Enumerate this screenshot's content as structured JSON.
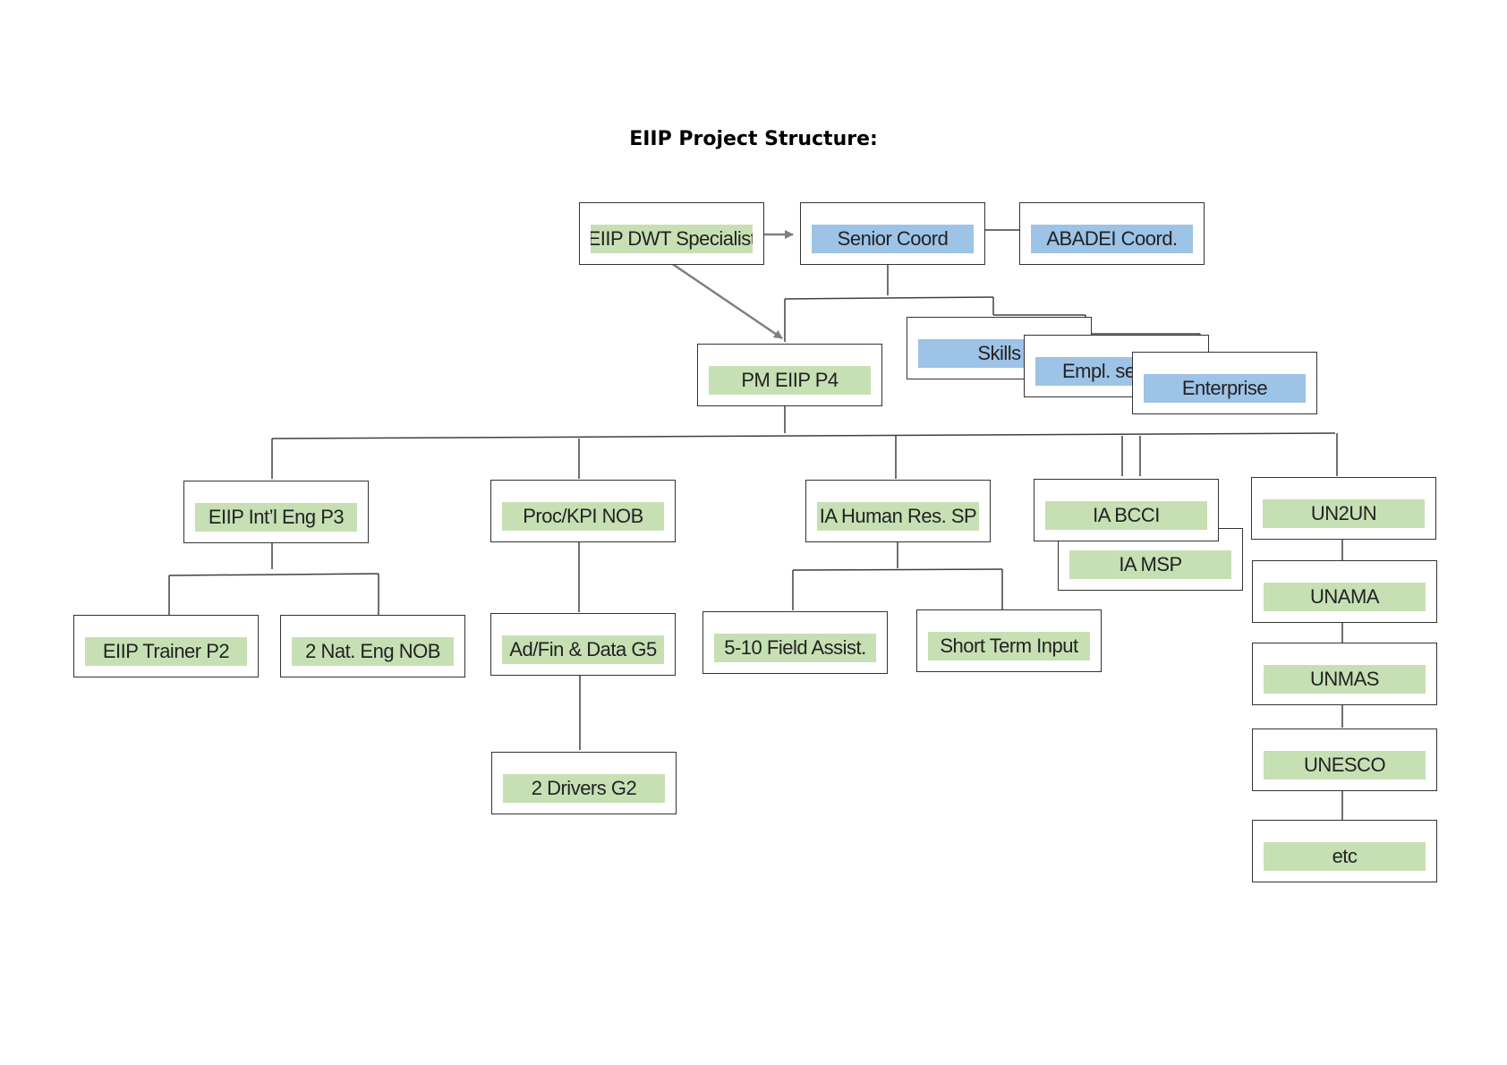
{
  "title": "EIIP Project Structure:",
  "colors": {
    "green_fill": "#c6e0b4",
    "blue_fill": "#9dc3e6",
    "border": "#333333"
  },
  "nodes": {
    "dwt_specialist": "EIIP DWT Specialist",
    "senior_coord": "Senior Coord",
    "abadei_coord": "ABADEI Coord.",
    "pm_eiip": "PM EIIP P4",
    "skills": "Skills",
    "empl_services": "Empl. se",
    "enterprise": "Enterprise",
    "intl_eng": "EIIP Int’l Eng P3",
    "proc_kpi": "Proc/KPI NOB",
    "ia_human_res": "IA Human Res.  SP",
    "ia_bcci": "IA BCCI",
    "ia_msp": "IA MSP",
    "un2un": "UN2UN",
    "unama": "UNAMA",
    "unmas": "UNMAS",
    "unesco": "UNESCO",
    "etc": "etc",
    "trainer": "EIIP Trainer P2",
    "nat_eng": "2 Nat. Eng NOB",
    "adfin": "Ad/Fin & Data G5",
    "drivers": "2 Drivers G2",
    "field_assist": "5-10 Field Assist.",
    "short_term": "Short Term Input"
  }
}
